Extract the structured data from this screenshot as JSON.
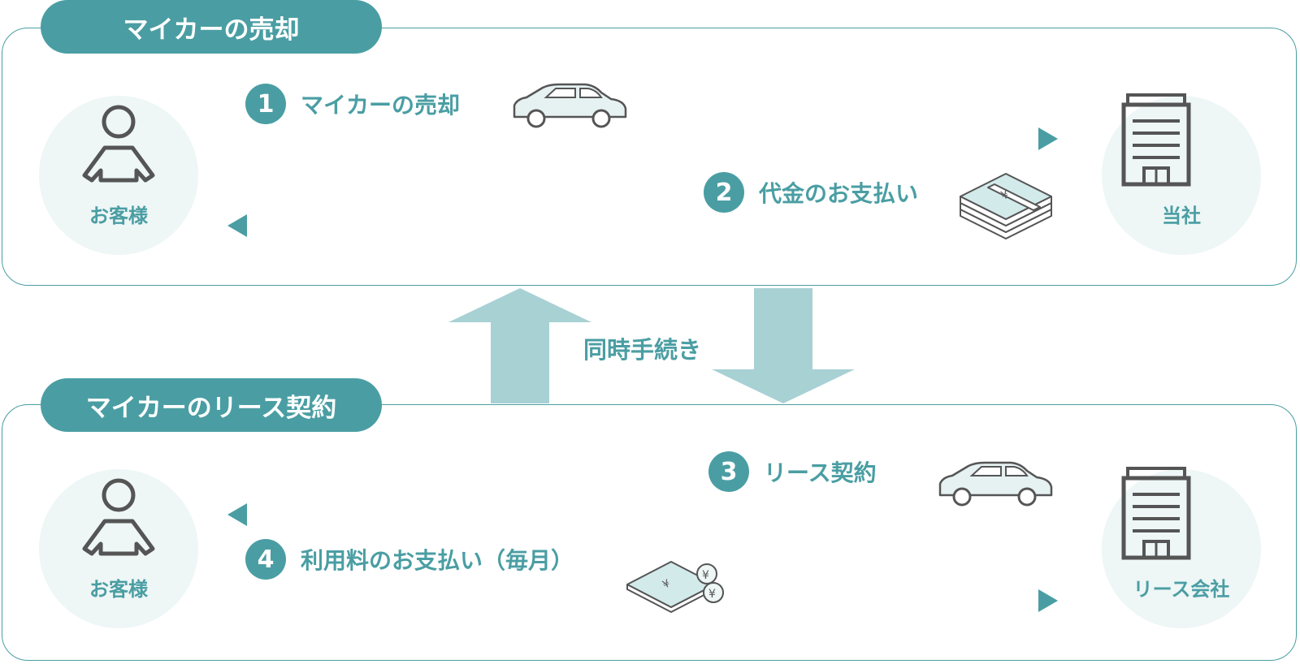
{
  "sections": {
    "sale": {
      "title": "マイカーの売却",
      "customer_label": "お客様",
      "company_label": "当社",
      "steps": [
        {
          "number": "1",
          "label": "マイカーの売却"
        },
        {
          "number": "2",
          "label": "代金のお支払い"
        }
      ]
    },
    "lease": {
      "title": "マイカーのリース契約",
      "customer_label": "お客様",
      "company_label": "リース会社",
      "steps": [
        {
          "number": "3",
          "label": "リース契約"
        },
        {
          "number": "4",
          "label": "利用料のお支払い（毎月）"
        }
      ]
    }
  },
  "middle": {
    "label": "同時手続き"
  },
  "icons": [
    "person-icon",
    "building-icon",
    "car-icon",
    "money-bundle-icon",
    "yen-bill-icon",
    "yen-coin-icon"
  ],
  "colors": {
    "accent": "#4a9ea3",
    "accent_light": "#a8d1d4",
    "circle_bg": "#eef6f6"
  }
}
